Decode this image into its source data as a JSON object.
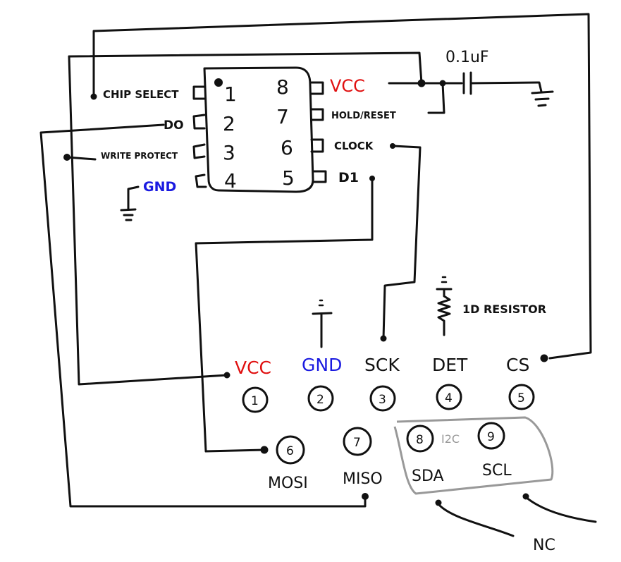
{
  "chip": {
    "left_pins": [
      {
        "num": "1",
        "label": "CHIP SELECT"
      },
      {
        "num": "2",
        "label": "DO"
      },
      {
        "num": "3",
        "label": "WRITE PROTECT"
      },
      {
        "num": "4",
        "label": "GND"
      }
    ],
    "right_pins": [
      {
        "num": "8",
        "label": "VCC"
      },
      {
        "num": "7",
        "label": "HOLD/RESET"
      },
      {
        "num": "6",
        "label": "CLOCK"
      },
      {
        "num": "5",
        "label": "D1"
      }
    ]
  },
  "capacitor": {
    "label": "0.1uF"
  },
  "resistor": {
    "label": "1D RESISTOR"
  },
  "connector": {
    "top_row": [
      {
        "num": "1",
        "label": "VCC"
      },
      {
        "num": "2",
        "label": "GND"
      },
      {
        "num": "3",
        "label": "SCK"
      },
      {
        "num": "4",
        "label": "DET"
      },
      {
        "num": "5",
        "label": "CS"
      }
    ],
    "bottom_row": [
      {
        "num": "6",
        "label": "MOSI"
      },
      {
        "num": "7",
        "label": "MISO"
      },
      {
        "num": "8",
        "label": "SDA"
      },
      {
        "num": "9",
        "label": "SCL"
      }
    ],
    "i2c_label": "I2C",
    "nc_label": "NC"
  },
  "colors": {
    "vcc": "#e01010",
    "gnd": "#1a1ae0",
    "ink": "#111111",
    "i2c_box": "#999999"
  }
}
